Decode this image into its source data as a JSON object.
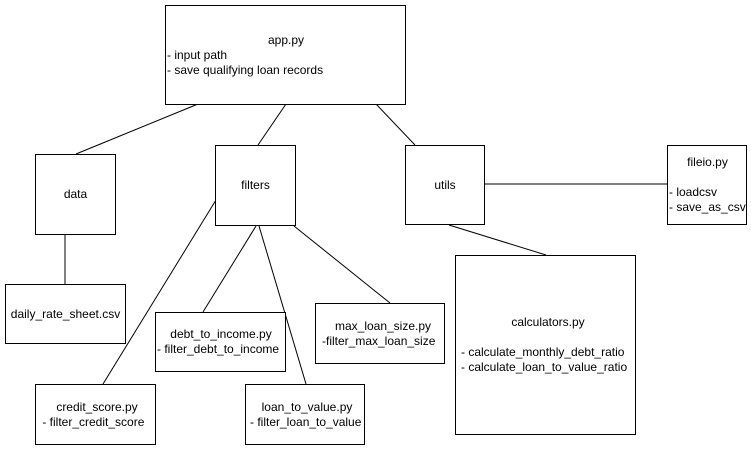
{
  "nodes": {
    "app": {
      "title": "app.py",
      "items": [
        "- input path",
        "- save qualifying loan records"
      ]
    },
    "data": {
      "title": "data"
    },
    "filters": {
      "title": "filters"
    },
    "utils": {
      "title": "utils"
    },
    "fileio": {
      "title": "fileio.py",
      "items": [
        "- loadcsv",
        "- save_as_csv"
      ]
    },
    "daily_rate": {
      "title": "daily_rate_sheet.csv"
    },
    "debt_to_income": {
      "title": "debt_to_income.py",
      "items": [
        "- filter_debt_to_income"
      ]
    },
    "max_loan_size": {
      "title": "max_loan_size.py",
      "items": [
        "-filter_max_loan_size"
      ]
    },
    "calculators": {
      "title": "calculators.py",
      "items": [
        "- calculate_monthly_debt_ratio",
        "- calculate_loan_to_value_ratio"
      ]
    },
    "credit_score": {
      "title": "credit_score.py",
      "items": [
        " - filter_credit_score"
      ]
    },
    "loan_to_value": {
      "title": "loan_to_value.py",
      "items": [
        "- filter_loan_to_value"
      ]
    }
  }
}
